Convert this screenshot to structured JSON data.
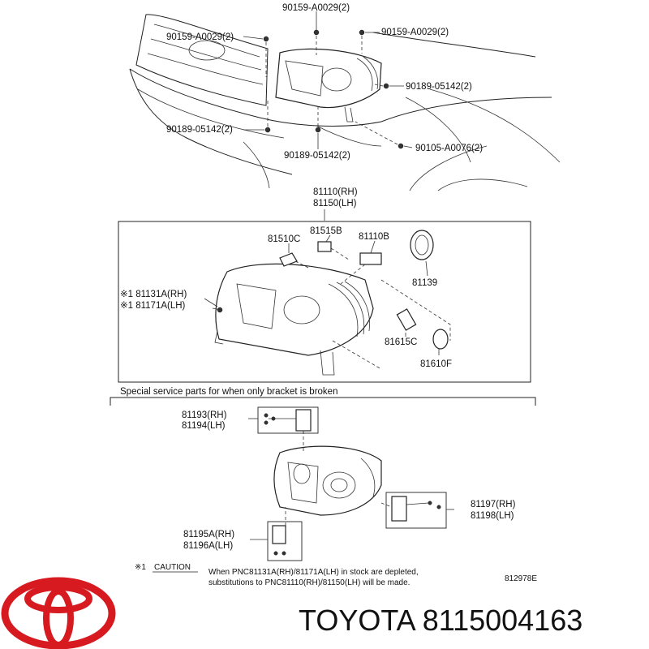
{
  "diagram": {
    "top_labels": {
      "bolt_top": "90159-A0029(2)",
      "bolt_left": "90159-A0029(2)",
      "bolt_right": "90159-A0029(2)",
      "nut_right": "90189-05142(2)",
      "nut_left": "90189-05142(2)",
      "nut_bottom": "90189-05142(2)",
      "screw_right": "90105-A0076(2)"
    },
    "assembly": {
      "rh": "81110(RH)",
      "lh": "81150(LH)"
    },
    "parts": {
      "p81510c": "81510C",
      "p81515b": "81515B",
      "p81110b": "81110B",
      "p81139": "81139",
      "p81131a": "※1 81131A(RH)",
      "p81171a": "※1 81171A(LH)",
      "p81615c": "81615C",
      "p81610f": "81610F"
    },
    "bracket_section": {
      "title": "Special service parts for when only bracket is broken",
      "p81193": "81193(RH)",
      "p81194": "81194(LH)",
      "p81195a": "81195A(RH)",
      "p81196a": "81196A(LH)",
      "p81197": "81197(RH)",
      "p81198": "81198(LH)"
    },
    "caution": {
      "mark": "※1",
      "title": "CAUTION",
      "line1": "When PNC81131A(RH)/81171A(LH) in stock are depleted,",
      "line2": "substitutions to PNC81110(RH)/81150(LH) will be made."
    },
    "figure_code": "812978E"
  },
  "footer": {
    "brand_text": "TOYOTA 8115004163",
    "logo_icon": "toyota-logo-icon",
    "logo_color": "#d71920"
  }
}
